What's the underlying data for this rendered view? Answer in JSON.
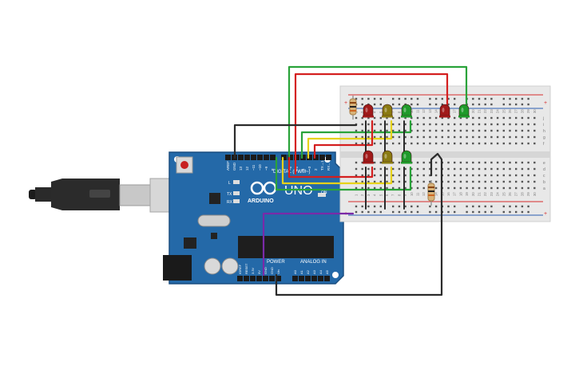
{
  "colors": {
    "board": "#2469a8",
    "board_dark": "#1b4f80",
    "breadboard": "#e8e8e8",
    "rail_red": "#d62d2d",
    "rail_blue": "#2a5db0",
    "led_red": "#a11a1a",
    "led_yellow": "#8a7a12",
    "led_green": "#1f9a2a",
    "wire_black": "#2b2b2b",
    "wire_red": "#d41f1f",
    "wire_green": "#2aa33a",
    "wire_yellow": "#e6d21a",
    "wire_purple": "#7a2aa8"
  },
  "board": {
    "header_top": [
      "AREF",
      "GND",
      "13",
      "12",
      "~11",
      "~10",
      "~9",
      "8",
      "7",
      "~6",
      "~5",
      "4",
      "~3",
      "2",
      "TX→1",
      "RX←0"
    ],
    "digital_label": "DIGITAL (PWM~)",
    "logo_text": "ARDUINO",
    "model": "UNO",
    "label_L": "L",
    "label_TX": "TX",
    "label_RX": "RX",
    "label_ON": "ON",
    "power_label": "POWER",
    "analog_label": "ANALOG IN",
    "power_pins": [
      "IOREF",
      "RESET",
      "3.3V",
      "5V",
      "GND",
      "GND",
      "Vin"
    ],
    "analog_pins": [
      "A0",
      "A1",
      "A2",
      "A3",
      "A4",
      "A5"
    ]
  },
  "breadboard": {
    "column_numbers": [
      "1",
      "2",
      "3",
      "4",
      "5",
      "6",
      "7",
      "8",
      "9",
      "10",
      "11",
      "12",
      "13",
      "14",
      "15",
      "16",
      "17",
      "18",
      "19",
      "20",
      "21",
      "22",
      "23",
      "24",
      "25",
      "26",
      "27",
      "28",
      "29",
      "30"
    ],
    "row_letters_top": [
      "j",
      "i",
      "h",
      "g",
      "f"
    ],
    "row_letters_bottom": [
      "e",
      "d",
      "c",
      "b",
      "a"
    ],
    "rail_plus": "+",
    "rail_minus": "-"
  },
  "components": {
    "leds_top": [
      "red",
      "yellow",
      "green",
      "red",
      "green"
    ],
    "leds_bottom": [
      "red",
      "yellow",
      "green"
    ],
    "resistors": 2
  }
}
